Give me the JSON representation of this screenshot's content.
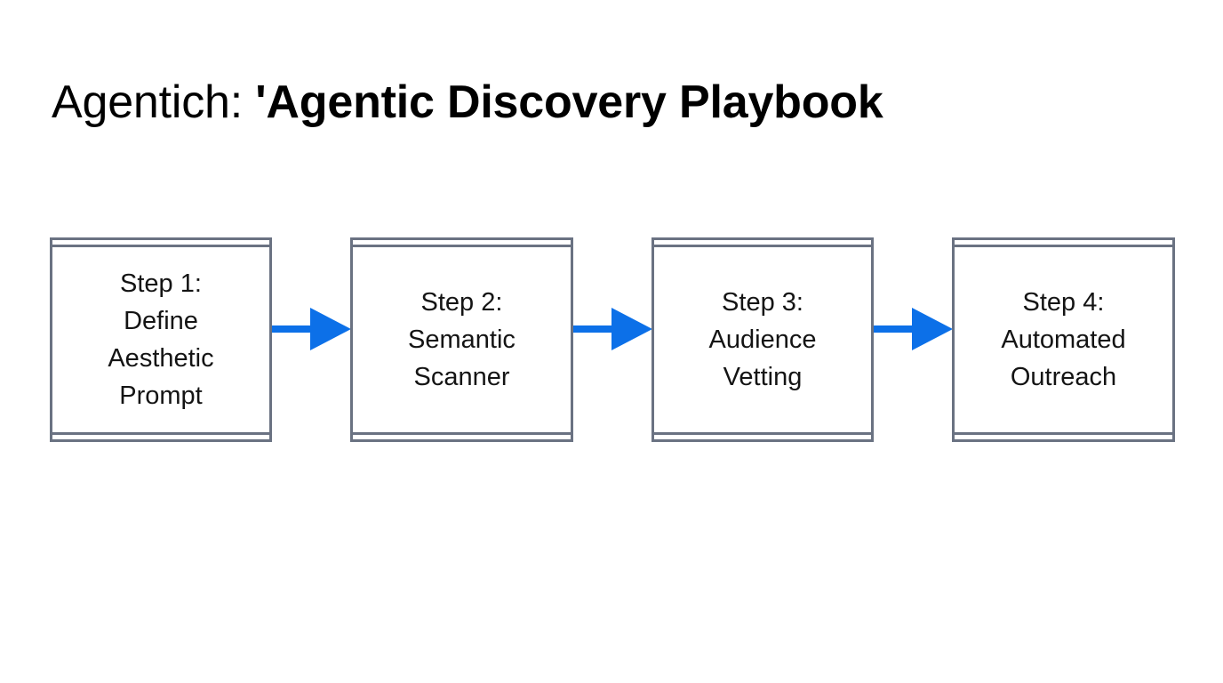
{
  "slide": {
    "background_color": "#ffffff",
    "title": {
      "lead": "Agentich: ",
      "emphasis": "'Agentic Discovery Playbook",
      "full_text": "Agentich: 'Agentic Discovery Playbook"
    }
  },
  "theme": {
    "box_border_color": "#6a7282",
    "box_fill_color": "#ffffff",
    "arrow_color": "#0c70e8",
    "text_color": "#141414",
    "title_color": "#000000"
  },
  "diagram_data": {
    "type": "flowchart",
    "orientation": "left-to-right",
    "node_shape": "subroutine",
    "node_count": 4,
    "connector_count": 3,
    "connector_type": "arrow",
    "nodes": [
      {
        "id": "step-1",
        "step_number": "1",
        "label": "Step 1:\nDefine\nAesthetic\nPrompt",
        "lines": [
          "Step 1:",
          "Define",
          "Aesthetic",
          "Prompt"
        ]
      },
      {
        "id": "step-2",
        "step_number": "2",
        "label": "Step 2:\nSemantic\nScanner",
        "lines": [
          "Step 2:",
          "Semantic",
          "Scanner"
        ]
      },
      {
        "id": "step-3",
        "step_number": "3",
        "label": "Step 3:\nAudience\nVetting",
        "lines": [
          "Step 3:",
          "Audience",
          "Vetting"
        ]
      },
      {
        "id": "step-4",
        "step_number": "4",
        "label": "Step 4:\nAutomated\nOutreach",
        "lines": [
          "Step 4:",
          "Automated",
          "Outreach"
        ]
      }
    ],
    "connectors": [
      {
        "id": "arrow-1",
        "from": "step-1",
        "to": "step-2",
        "icon": "arrow-right-icon"
      },
      {
        "id": "arrow-2",
        "from": "step-2",
        "to": "step-3",
        "icon": "arrow-right-icon"
      },
      {
        "id": "arrow-3",
        "from": "step-3",
        "to": "step-4",
        "icon": "arrow-right-icon"
      }
    ]
  }
}
